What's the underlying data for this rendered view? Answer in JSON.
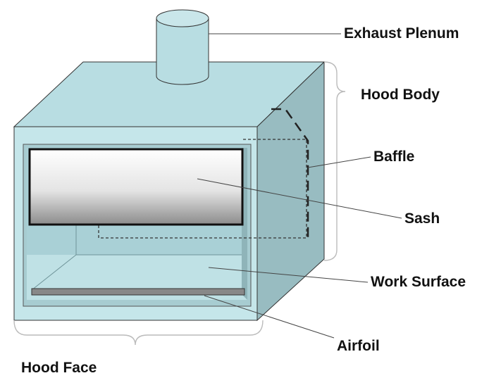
{
  "labels": {
    "exhaust_plenum": "Exhaust Plenum",
    "hood_body": "Hood Body",
    "baffle": "Baffle",
    "sash": "Sash",
    "work_surface": "Work Surface",
    "airfoil": "Airfoil",
    "hood_face": "Hood Face"
  },
  "colors": {
    "hood_light": "#c5e6ea",
    "hood_top": "#b8dde2",
    "hood_side": "#98bcc1",
    "interior_back": "#a9d0d6",
    "interior_floor": "#bfe1e5",
    "sash_light": "#ffffff",
    "sash_dark": "#8c8c8c",
    "outline": "#333333",
    "leader_line": "#444444"
  }
}
